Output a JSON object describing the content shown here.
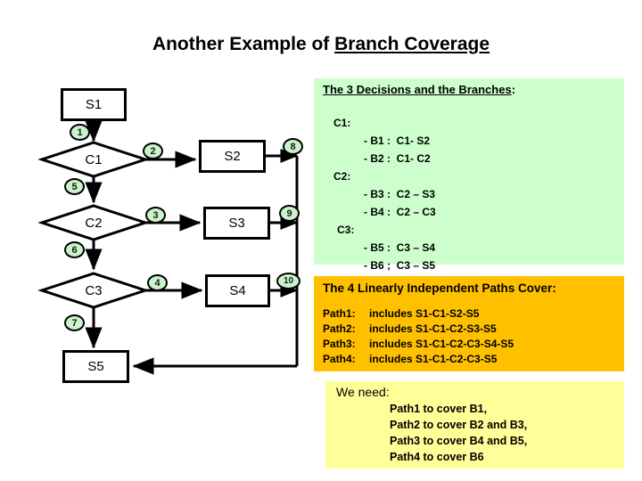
{
  "slide": {
    "title_prefix": "Another Example of ",
    "title_underlined": "Branch Coverage"
  },
  "flowchart": {
    "nodes": [
      {
        "id": "S1",
        "label": "S1",
        "shape": "rect"
      },
      {
        "id": "C1",
        "label": "C1",
        "shape": "diamond"
      },
      {
        "id": "S2",
        "label": "S2",
        "shape": "rect"
      },
      {
        "id": "C2",
        "label": "C2",
        "shape": "diamond"
      },
      {
        "id": "S3",
        "label": "S3",
        "shape": "rect"
      },
      {
        "id": "C3",
        "label": "C3",
        "shape": "diamond"
      },
      {
        "id": "S4",
        "label": "S4",
        "shape": "rect"
      },
      {
        "id": "S5",
        "label": "S5",
        "shape": "rect"
      }
    ],
    "edge_labels": [
      {
        "id": "e1",
        "label": "1"
      },
      {
        "id": "e2",
        "label": "2"
      },
      {
        "id": "e3",
        "label": "3"
      },
      {
        "id": "e4",
        "label": "4"
      },
      {
        "id": "e5",
        "label": "5"
      },
      {
        "id": "e6",
        "label": "6"
      },
      {
        "id": "e7",
        "label": "7"
      },
      {
        "id": "e8",
        "label": "8"
      },
      {
        "id": "e9",
        "label": "9"
      },
      {
        "id": "e10",
        "label": "10"
      }
    ]
  },
  "decisions_panel": {
    "heading_underlined": "The 3 Decisions and the Branches",
    "heading_suffix": ":",
    "groups": [
      {
        "name": "C1:",
        "items": [
          "- B1 :  C1- S2",
          "- B2 :  C1- C2"
        ]
      },
      {
        "name": "C2:",
        "items": [
          "- B3 :  C2 – S3",
          "- B4 :  C2 – C3"
        ]
      },
      {
        "name": "C3:",
        "items": [
          "- B5 :  C3 – S4",
          "- B6 ;  C3 – S5"
        ]
      }
    ]
  },
  "paths_panel": {
    "heading": "The 4 Linearly Independent Paths Cover:",
    "rows": [
      {
        "label": "Path1:",
        "text": "includes S1-C1-S2-S5"
      },
      {
        "label": "Path2:",
        "text": "includes S1-C1-C2-S3-S5"
      },
      {
        "label": "Path3:",
        "text": "includes S1-C1-C2-C3-S4-S5"
      },
      {
        "label": "Path4:",
        "text": "includes S1-C1-C2-C3-S5"
      }
    ]
  },
  "need_panel": {
    "heading": "We need:",
    "rows": [
      "Path1 to cover B1,",
      "Path2 to cover B2 and B3,",
      "Path3 to cover B4 and B5,",
      "Path4 to cover B6"
    ]
  },
  "colors": {
    "decisions_bg": "#ccffcc",
    "paths_bg": "#ffc000",
    "need_bg": "#ffff99",
    "edge_label_bg": "#cbf3cb",
    "stroke": "#000000"
  }
}
